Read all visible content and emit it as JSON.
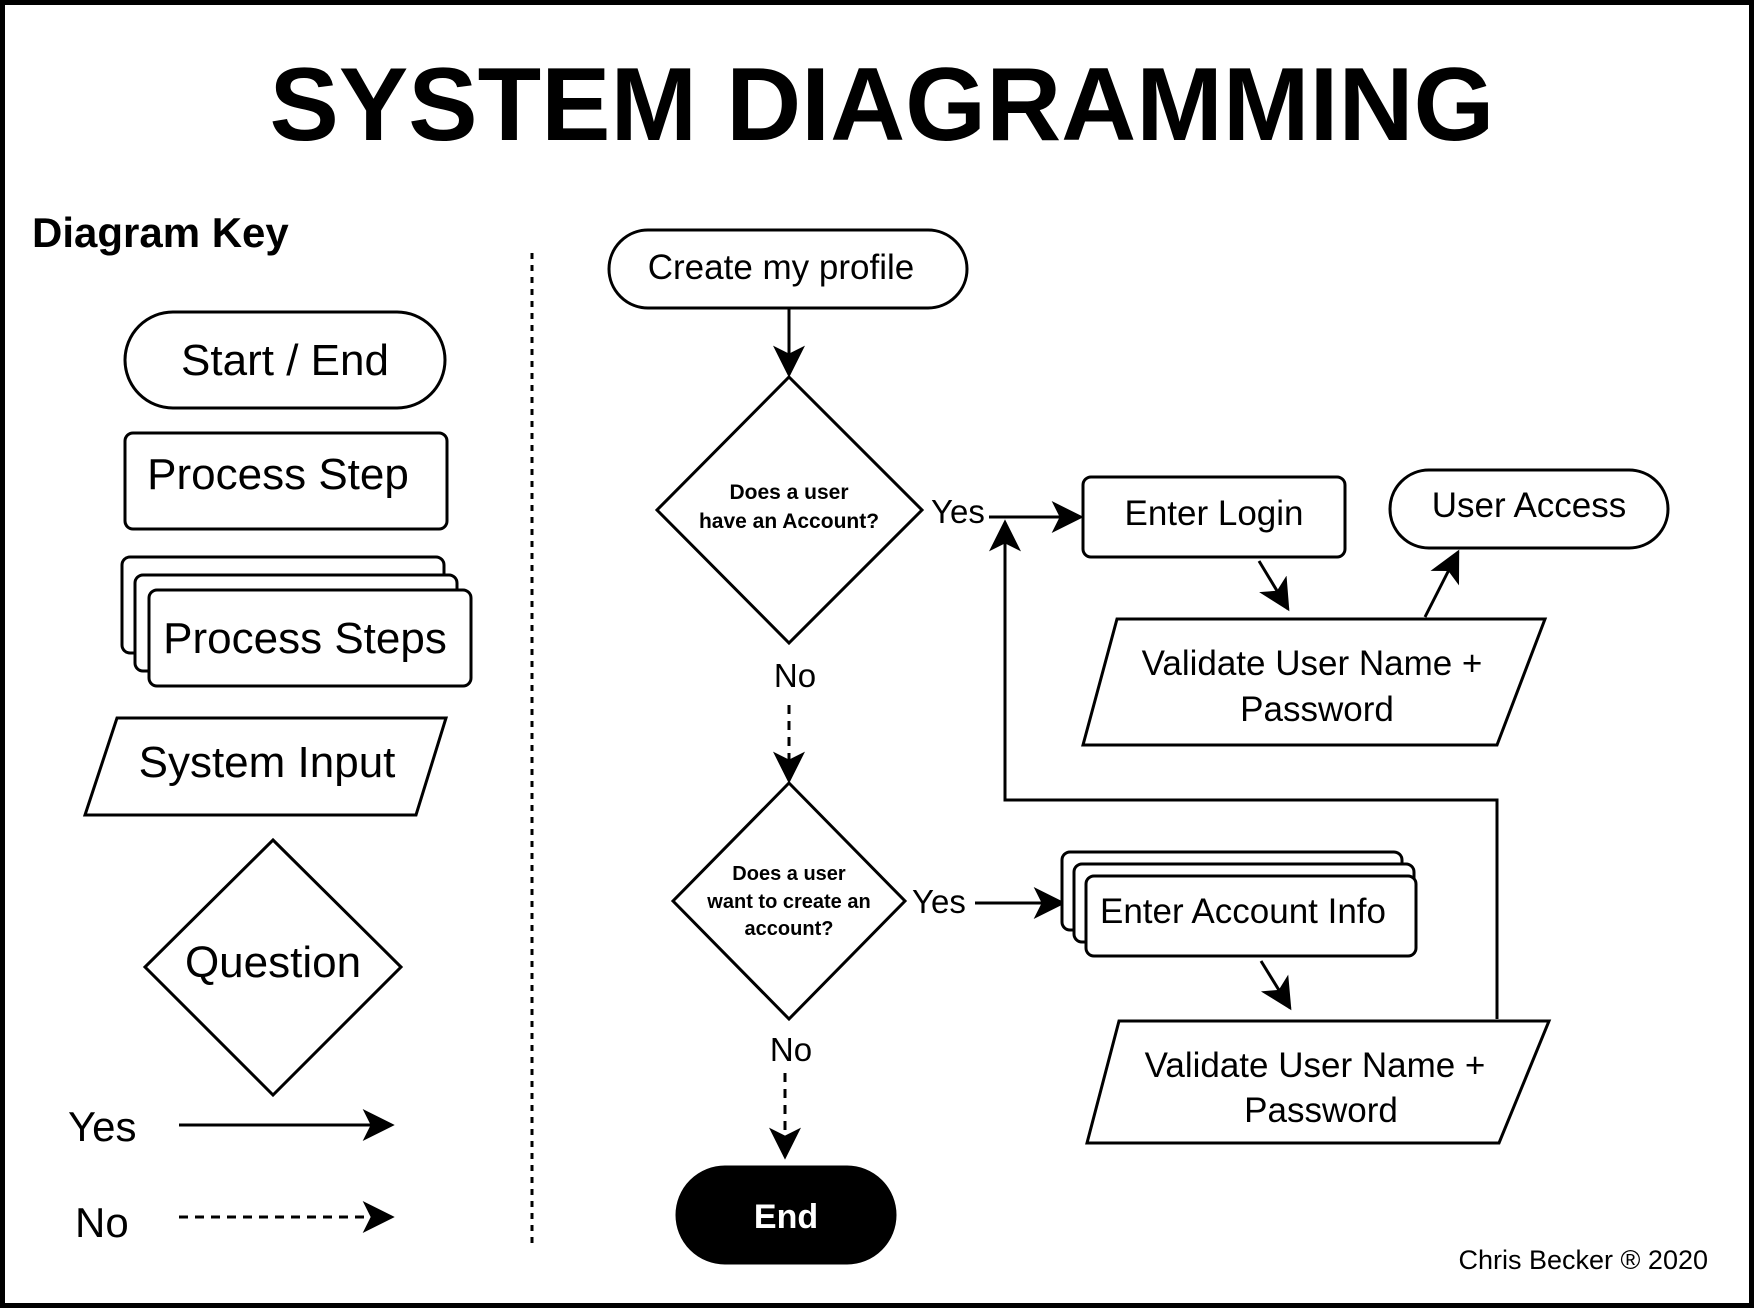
{
  "title": "SYSTEM DIAGRAMMING",
  "key": {
    "heading": "Diagram Key",
    "start_end": "Start / End",
    "process_step": "Process Step",
    "process_steps": "Process Steps",
    "system_input": "System Input",
    "question": "Question",
    "yes": "Yes",
    "no": "No"
  },
  "flow": {
    "start": "Create my profile",
    "q1": {
      "line1": "Does a user",
      "line2": "have an Account?"
    },
    "q1_yes": "Yes",
    "q1_no": "No",
    "enter_login": "Enter Login",
    "user_access": "User Access",
    "validate1": {
      "line1": "Validate User Name +",
      "line2": "Password"
    },
    "q2": {
      "line1": "Does a user",
      "line2": "want to create an",
      "line3": "account?"
    },
    "q2_yes": "Yes",
    "q2_no": "No",
    "enter_account_info": "Enter Account Info",
    "validate2": {
      "line1": "Validate User Name +",
      "line2": "Password"
    },
    "end": "End"
  },
  "credit": "Chris Becker ® 2020",
  "colors": {
    "stroke": "#000000",
    "background": "#ffffff",
    "terminal_fill": "#000000",
    "terminal_text": "#ffffff"
  }
}
